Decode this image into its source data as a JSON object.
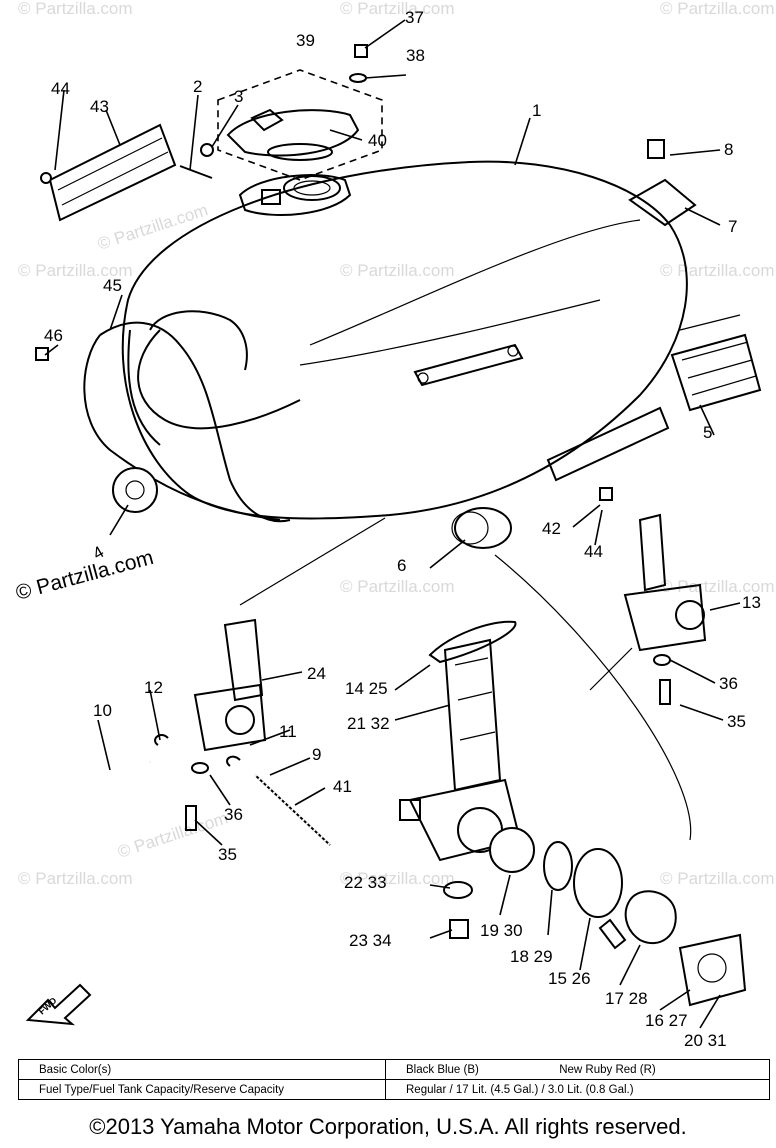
{
  "watermark": {
    "text": "© Partzilla.com",
    "prominent_text": "© Partzilla.com"
  },
  "part_labels": [
    "1",
    "2",
    "3",
    "4",
    "5",
    "6",
    "7",
    "8",
    "9",
    "10",
    "11",
    "12",
    "13",
    "14 25",
    "19 30",
    "18 29",
    "15 26",
    "17 28",
    "16 27",
    "20 31",
    "21 32",
    "22 33",
    "23 34",
    "24",
    "35",
    "35",
    "36",
    "36",
    "37",
    "38",
    "39",
    "40",
    "41",
    "42",
    "43",
    "44",
    "44",
    "44",
    "45",
    "46"
  ],
  "fwd_label": "FWD",
  "brand_label": "YAMAHA",
  "table": {
    "rows": [
      {
        "label": "Basic Color(s)",
        "value_a": "Black Blue (B)",
        "value_b": "New Ruby Red (R)"
      },
      {
        "label": "Fuel Type/Fuel Tank Capacity/Reserve Capacity",
        "value_a": "Regular / 17 Lit. (4.5 Gal.) / 3.0 Lit. (0.8 Gal.)",
        "value_b": ""
      }
    ]
  },
  "copyright": "©2013 Yamaha Motor Corporation, U.S.A. All rights reserved."
}
